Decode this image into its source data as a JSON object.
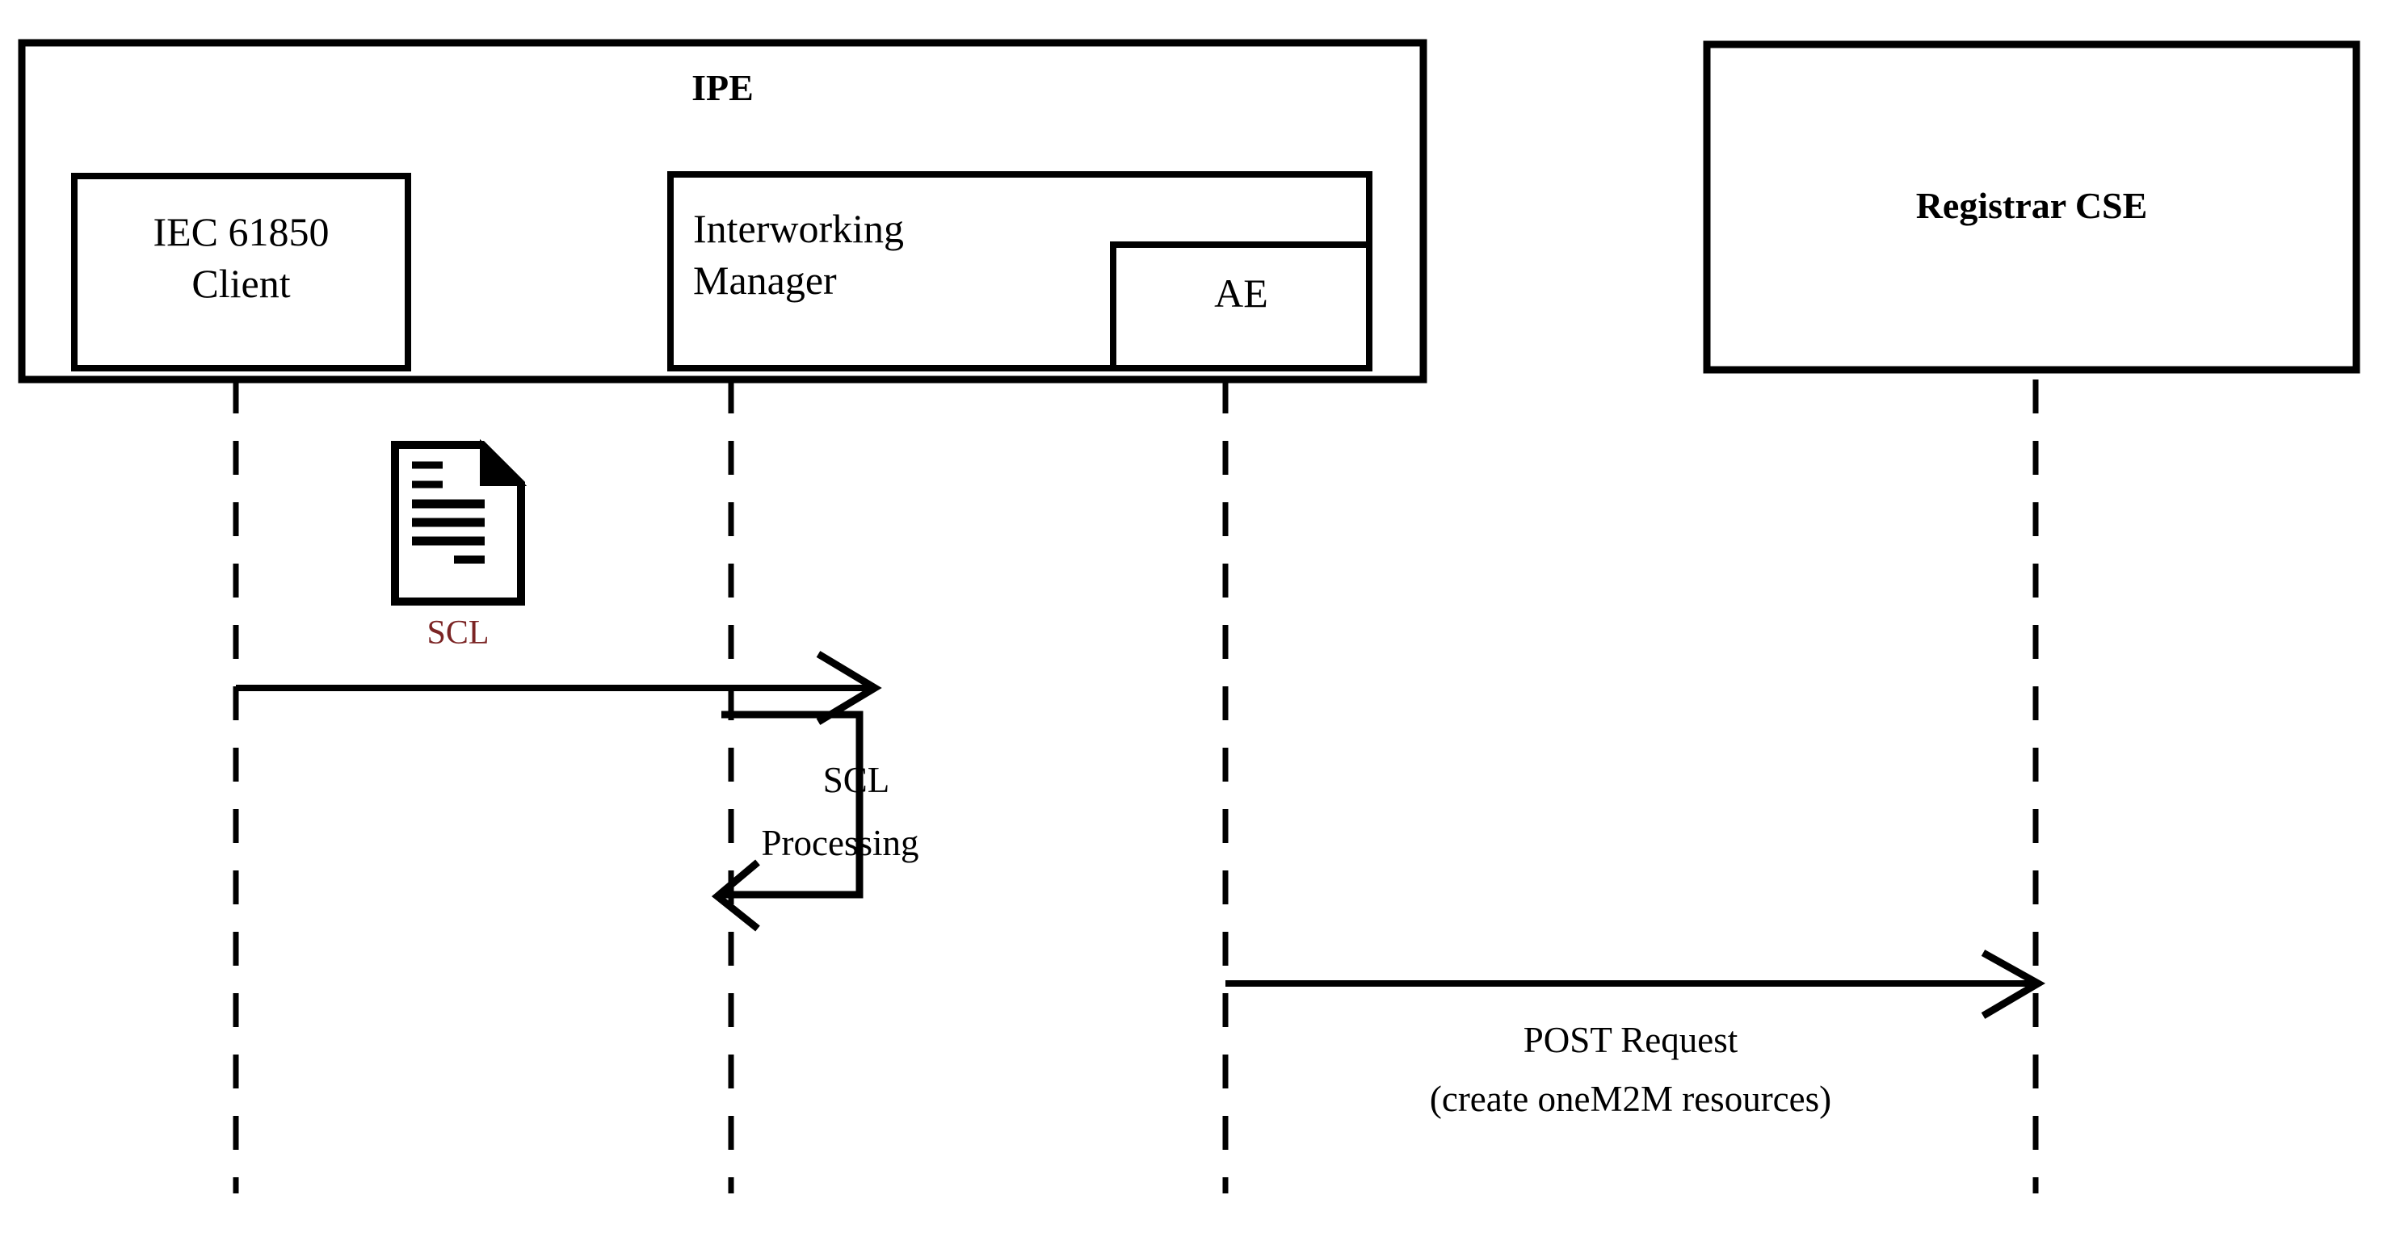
{
  "diagram": {
    "type": "uml-sequence-diagram",
    "title": "IPE to Registrar CSE SCL processing sequence",
    "background_color": "#FFFFFF",
    "line_color": "#000000"
  },
  "containers": [
    {
      "id": "ipe",
      "name": "IPE",
      "label": "IPE",
      "bold": true
    },
    {
      "id": "registrar-cse",
      "name": "Registrar CSE",
      "label": "Registrar CSE",
      "bold": true
    }
  ],
  "participants": [
    {
      "id": "iec-client",
      "label": "IEC 61850\nClient",
      "line1": "IEC 61850",
      "line2": "Client",
      "parent": "ipe"
    },
    {
      "id": "interworking-manager",
      "label": "Interworking\nManager",
      "line1": "Interworking",
      "line2": "Manager",
      "parent": "ipe"
    },
    {
      "id": "ae",
      "label": "AE",
      "line1": "AE",
      "line2": "",
      "parent": "ipe"
    },
    {
      "id": "registrar-cse-participant",
      "label": "Registrar CSE",
      "line1": "Registrar CSE",
      "line2": "",
      "parent": "registrar-cse"
    }
  ],
  "artifacts": [
    {
      "id": "scl-document",
      "icon": "document-icon",
      "label": "SCL",
      "color": "#7B2424"
    }
  ],
  "messages": [
    {
      "id": "msg-scl",
      "from": "iec-client",
      "to": "interworking-manager",
      "label": "",
      "kind": "synchronous-arrow"
    },
    {
      "id": "msg-scl-processing",
      "from": "interworking-manager",
      "to": "interworking-manager",
      "label": "SCL\nProcessing",
      "line1": "SCL",
      "line2": "Processing",
      "kind": "self-loop"
    },
    {
      "id": "msg-post-request",
      "from": "ae",
      "to": "registrar-cse-participant",
      "label": "POST Request\n(create oneM2M resources)",
      "line1": "POST Request",
      "line2": "(create oneM2M resources)",
      "kind": "synchronous-arrow"
    }
  ]
}
